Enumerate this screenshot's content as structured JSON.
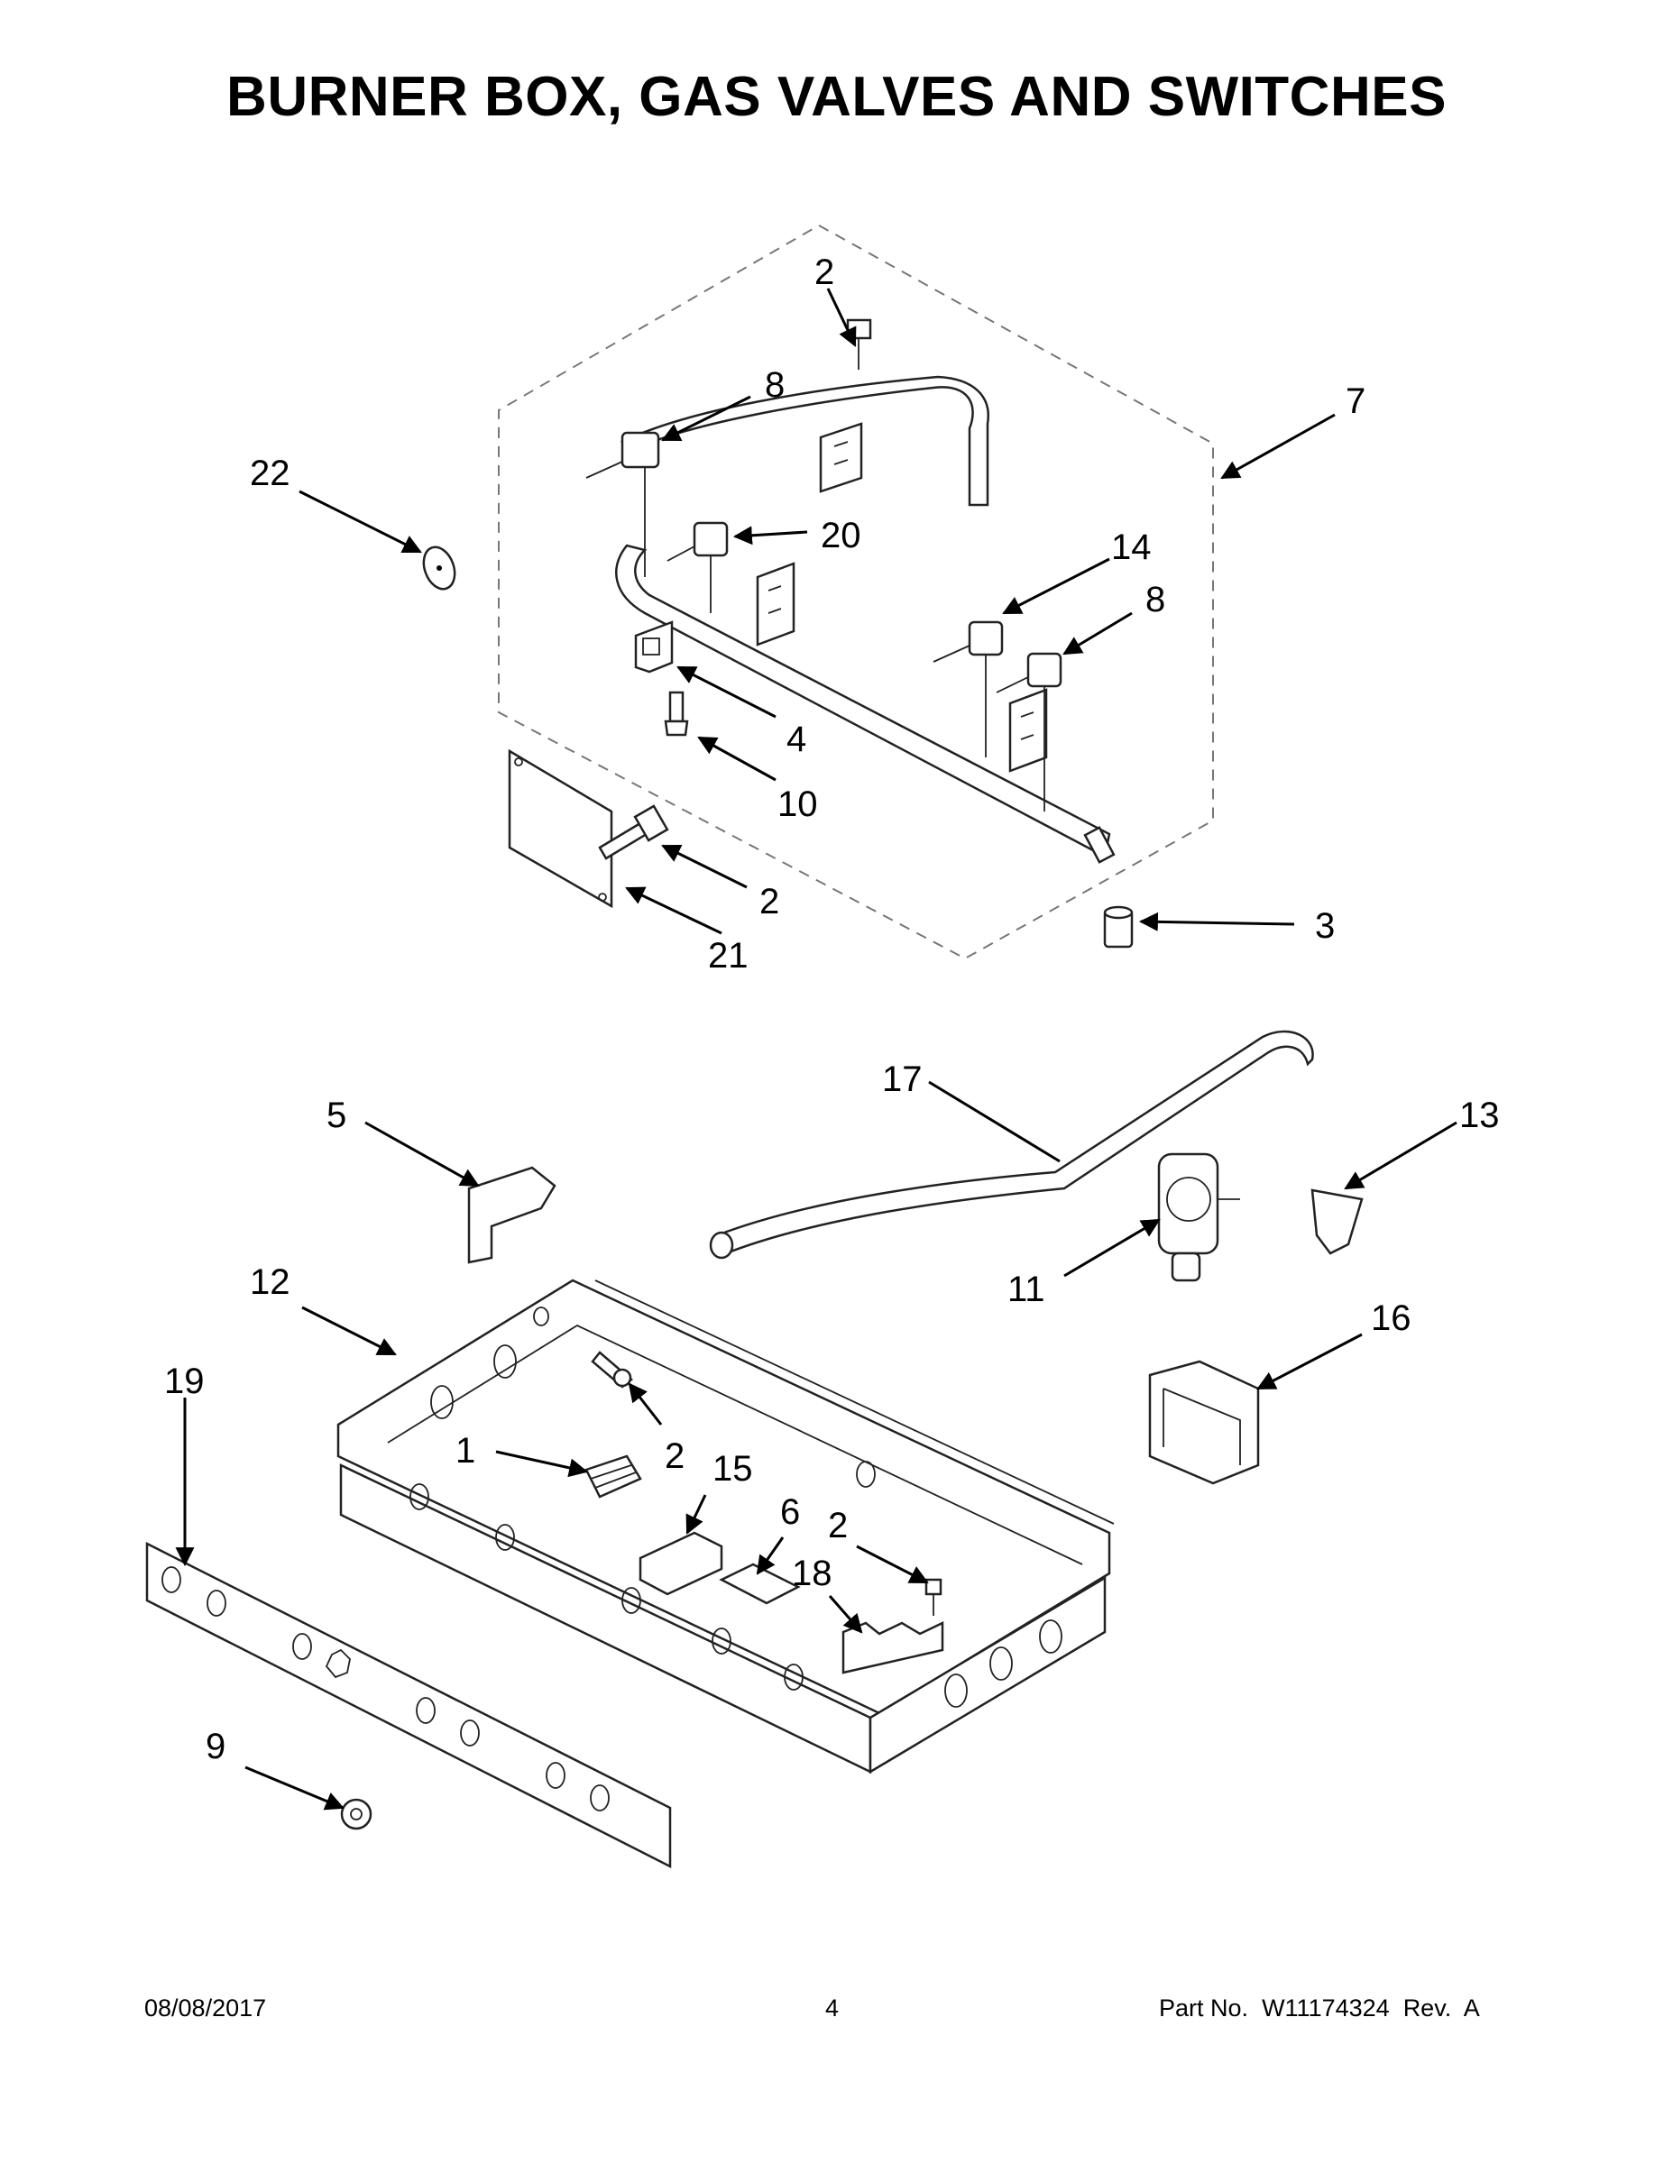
{
  "title": "BURNER BOX, GAS VALVES AND SWITCHES",
  "callouts": [
    "1",
    "2",
    "3",
    "4",
    "5",
    "6",
    "7",
    "8",
    "9",
    "10",
    "11",
    "12",
    "13",
    "14",
    "15",
    "16",
    "17",
    "18",
    "19",
    "20",
    "21",
    "22"
  ],
  "footer": {
    "date": "08/08/2017",
    "page": "4",
    "part_label": "Part No.",
    "part_number": "W11174324",
    "rev_label": "Rev.",
    "rev": "A"
  }
}
